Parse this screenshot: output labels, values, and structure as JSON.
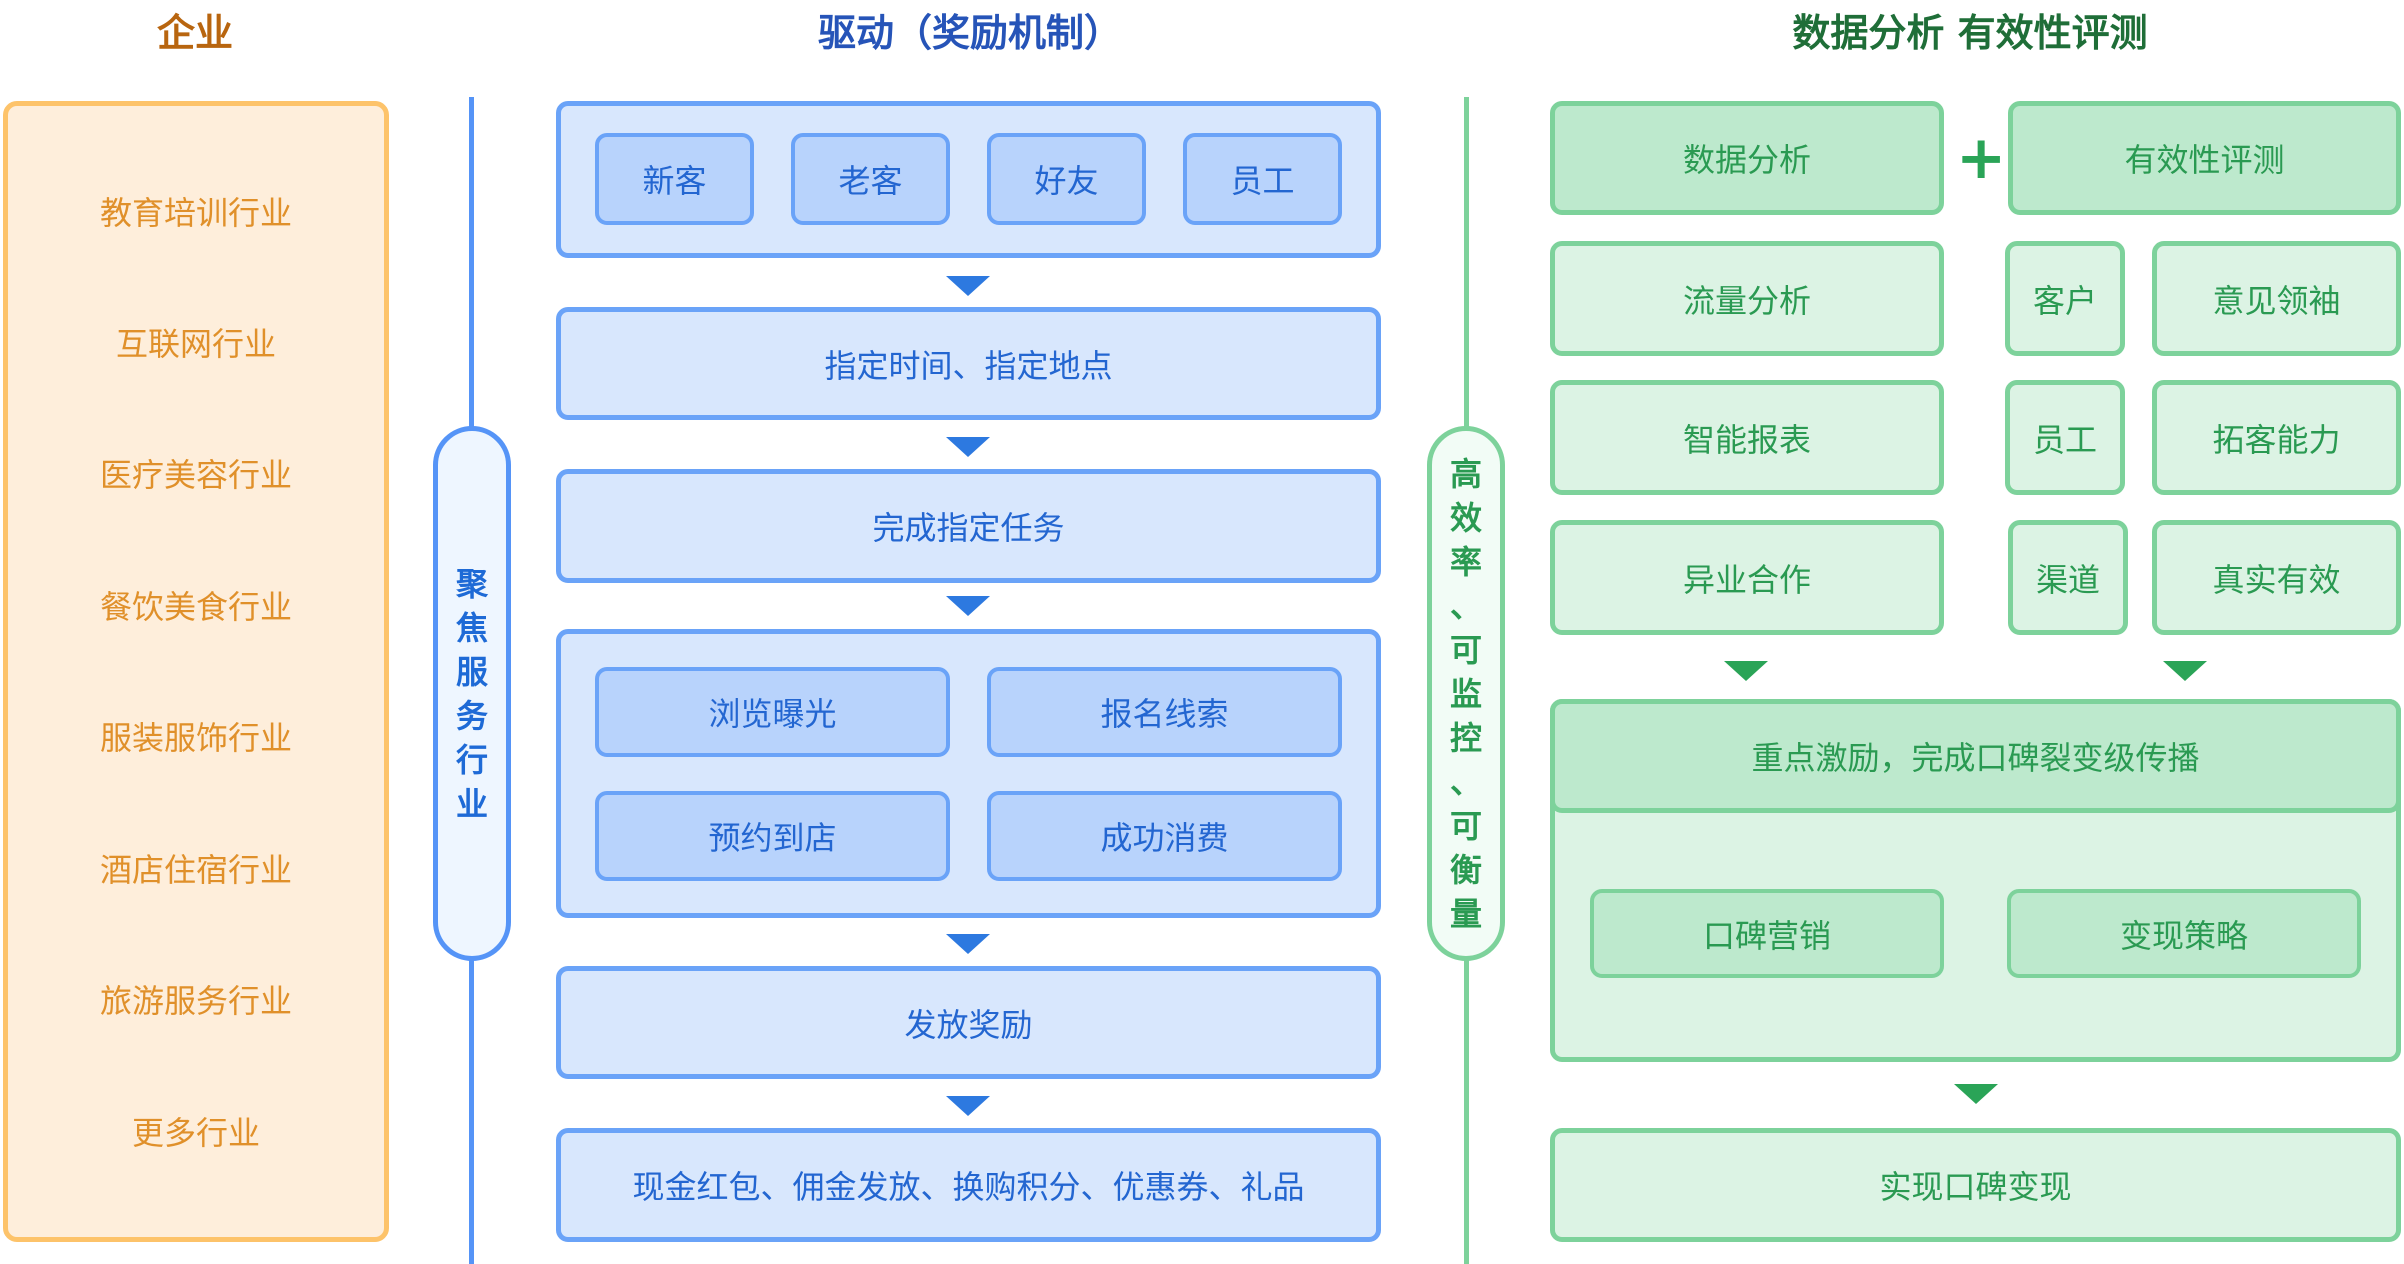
{
  "titles": {
    "enterprise": "企业",
    "drive": "驱动（奖励机制）",
    "analysis": "数据分析 有效性评测"
  },
  "industries": [
    "教育培训行业",
    "互联网行业",
    "医疗美容行业",
    "餐饮美食行业",
    "服装服饰行业",
    "酒店住宿行业",
    "旅游服务行业",
    "更多行业"
  ],
  "focus_pill": [
    "聚",
    "焦",
    "服",
    "务",
    "行",
    "业"
  ],
  "efficiency_pill": [
    "高",
    "效",
    "率",
    "、",
    "可",
    "监",
    "控",
    "、",
    "可",
    "衡",
    "量"
  ],
  "drive": {
    "participants": [
      "新客",
      "老客",
      "好友",
      "员工"
    ],
    "step_time_place": "指定时间、指定地点",
    "step_task": "完成指定任务",
    "actions": [
      "浏览曝光",
      "报名线索",
      "预约到店",
      "成功消费"
    ],
    "step_reward": "发放奖励",
    "reward_types": "现金红包、佣金发放、换购积分、优惠券、礼品"
  },
  "analysis": {
    "data_analysis": "数据分析",
    "plus": "+",
    "effectiveness": "有效性评测",
    "left_items": [
      "流量分析",
      "智能报表",
      "异业合作"
    ],
    "right_rows": [
      {
        "tag": "客户",
        "value": "意见领袖"
      },
      {
        "tag": "员工",
        "value": "拓客能力"
      },
      {
        "tag": "渠道",
        "value": "真实有效"
      }
    ],
    "incentive_header": "重点激励，完成口碑裂变级传播",
    "strategies": [
      "口碑营销",
      "变现策略"
    ],
    "result": "实现口碑变现"
  },
  "colors": {
    "orange_accent": "#fdc36a",
    "blue_accent": "#5594f7",
    "green_accent": "#7dd29b"
  }
}
